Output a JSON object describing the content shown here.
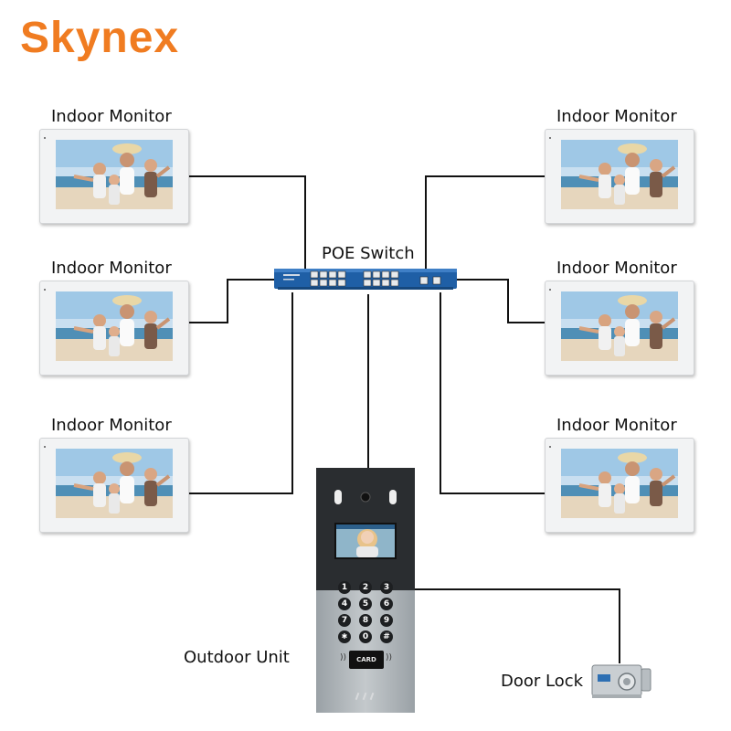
{
  "brand": {
    "name": "Skynex",
    "color": "#f07c21"
  },
  "labels": {
    "monitor_left_1": "Indoor Monitor",
    "monitor_left_2": "Indoor Monitor",
    "monitor_left_3": "Indoor Monitor",
    "monitor_right_1": "Indoor Monitor",
    "monitor_right_2": "Indoor Monitor",
    "monitor_right_3": "Indoor Monitor",
    "poe_switch": "POE Switch",
    "outdoor_unit": "Outdoor Unit",
    "door_lock": "Door Lock"
  },
  "outdoor_unit": {
    "keypad": [
      "1",
      "2",
      "3",
      "4",
      "5",
      "6",
      "7",
      "8",
      "9",
      "✱",
      "0",
      "#"
    ],
    "card_label": "CARD"
  },
  "colors": {
    "wire": "#111111",
    "switch_body": "#1f5fa6",
    "panel_top": "#2a2d30",
    "panel_body": "#aeb4b8"
  }
}
